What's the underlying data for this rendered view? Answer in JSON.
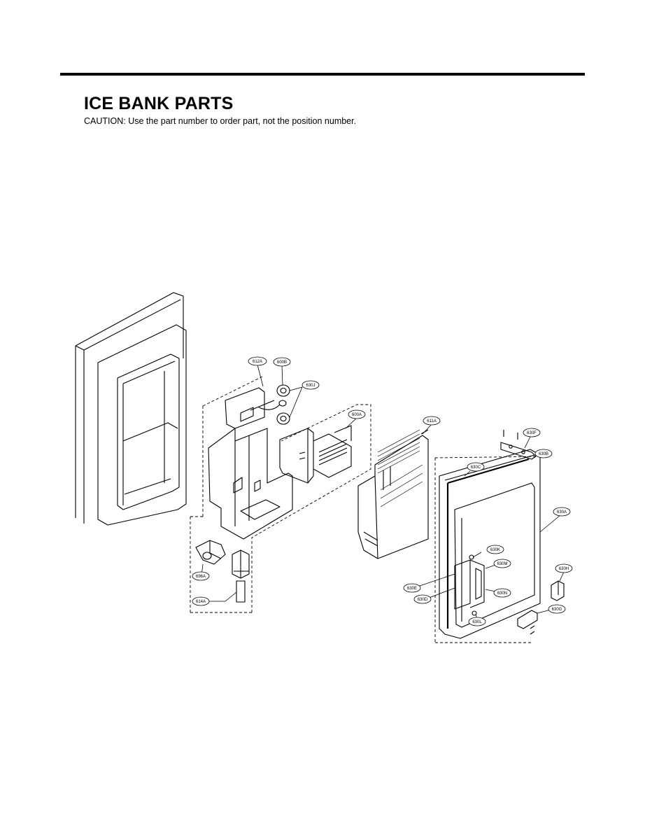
{
  "header": {
    "title": "ICE BANK PARTS",
    "caution": "CAUTION: Use the part number to order part, not the position number."
  },
  "callouts": [
    {
      "id": "612A",
      "label": "612A"
    },
    {
      "id": "600B",
      "label": "600B"
    },
    {
      "id": "630J",
      "label": "630J"
    },
    {
      "id": "600A",
      "label": "600A"
    },
    {
      "id": "611A",
      "label": "611A"
    },
    {
      "id": "630F",
      "label": "630F"
    },
    {
      "id": "630B",
      "label": "630B"
    },
    {
      "id": "630C",
      "label": "630C"
    },
    {
      "id": "630A",
      "label": "630A"
    },
    {
      "id": "630K",
      "label": "630K"
    },
    {
      "id": "630M",
      "label": "630M"
    },
    {
      "id": "630H",
      "label": "630H"
    },
    {
      "id": "630E",
      "label": "630E"
    },
    {
      "id": "630D",
      "label": "630D"
    },
    {
      "id": "630N",
      "label": "630N"
    },
    {
      "id": "630G",
      "label": "630G"
    },
    {
      "id": "630L",
      "label": "630L"
    },
    {
      "id": "696A",
      "label": "696A"
    },
    {
      "id": "614A",
      "label": "614A"
    }
  ]
}
